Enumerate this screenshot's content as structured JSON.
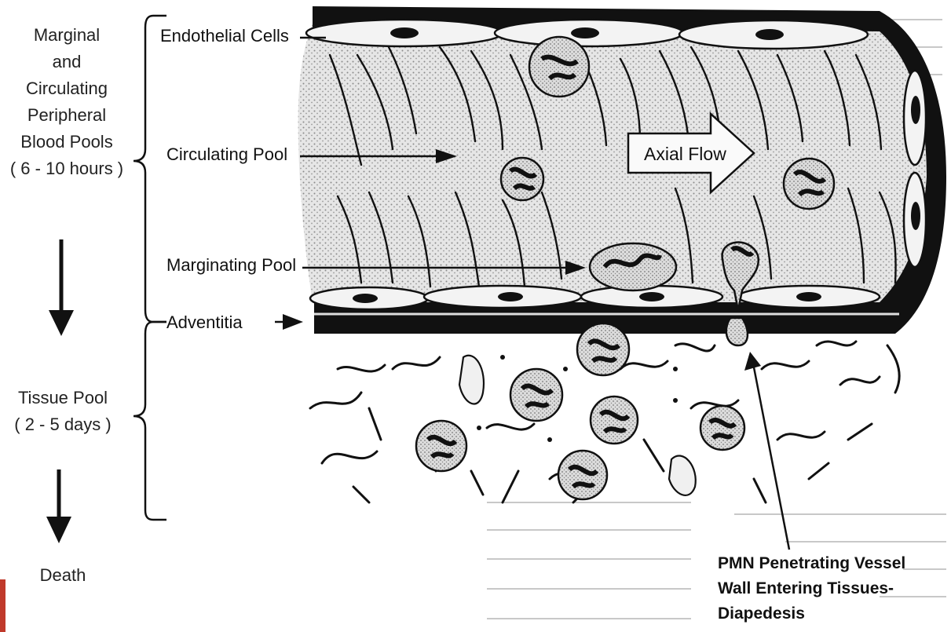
{
  "left_pools": {
    "blood_pool_lines": [
      "Marginal",
      "and",
      "Circulating",
      "Peripheral",
      "Blood Pools",
      "( 6 - 10 hours )"
    ],
    "tissue_pool_lines": [
      "Tissue Pool",
      "( 2 - 5 days )"
    ],
    "death": "Death"
  },
  "vessel_labels": {
    "endothelial_cells": "Endothelial Cells",
    "circulating_pool": "Circulating Pool",
    "marginating_pool": "Marginating Pool",
    "adventitia": "Adventitia",
    "axial_flow": "Axial Flow"
  },
  "diapedesis_lines": [
    "PMN Penetrating Vessel",
    "Wall Entering Tissues-",
    "Diapedesis"
  ],
  "colors": {
    "ink": "#111111",
    "lumen_stipple": "#c9c9c9",
    "background_text": "#b5b5b5",
    "red_edge": "#c0392b"
  }
}
